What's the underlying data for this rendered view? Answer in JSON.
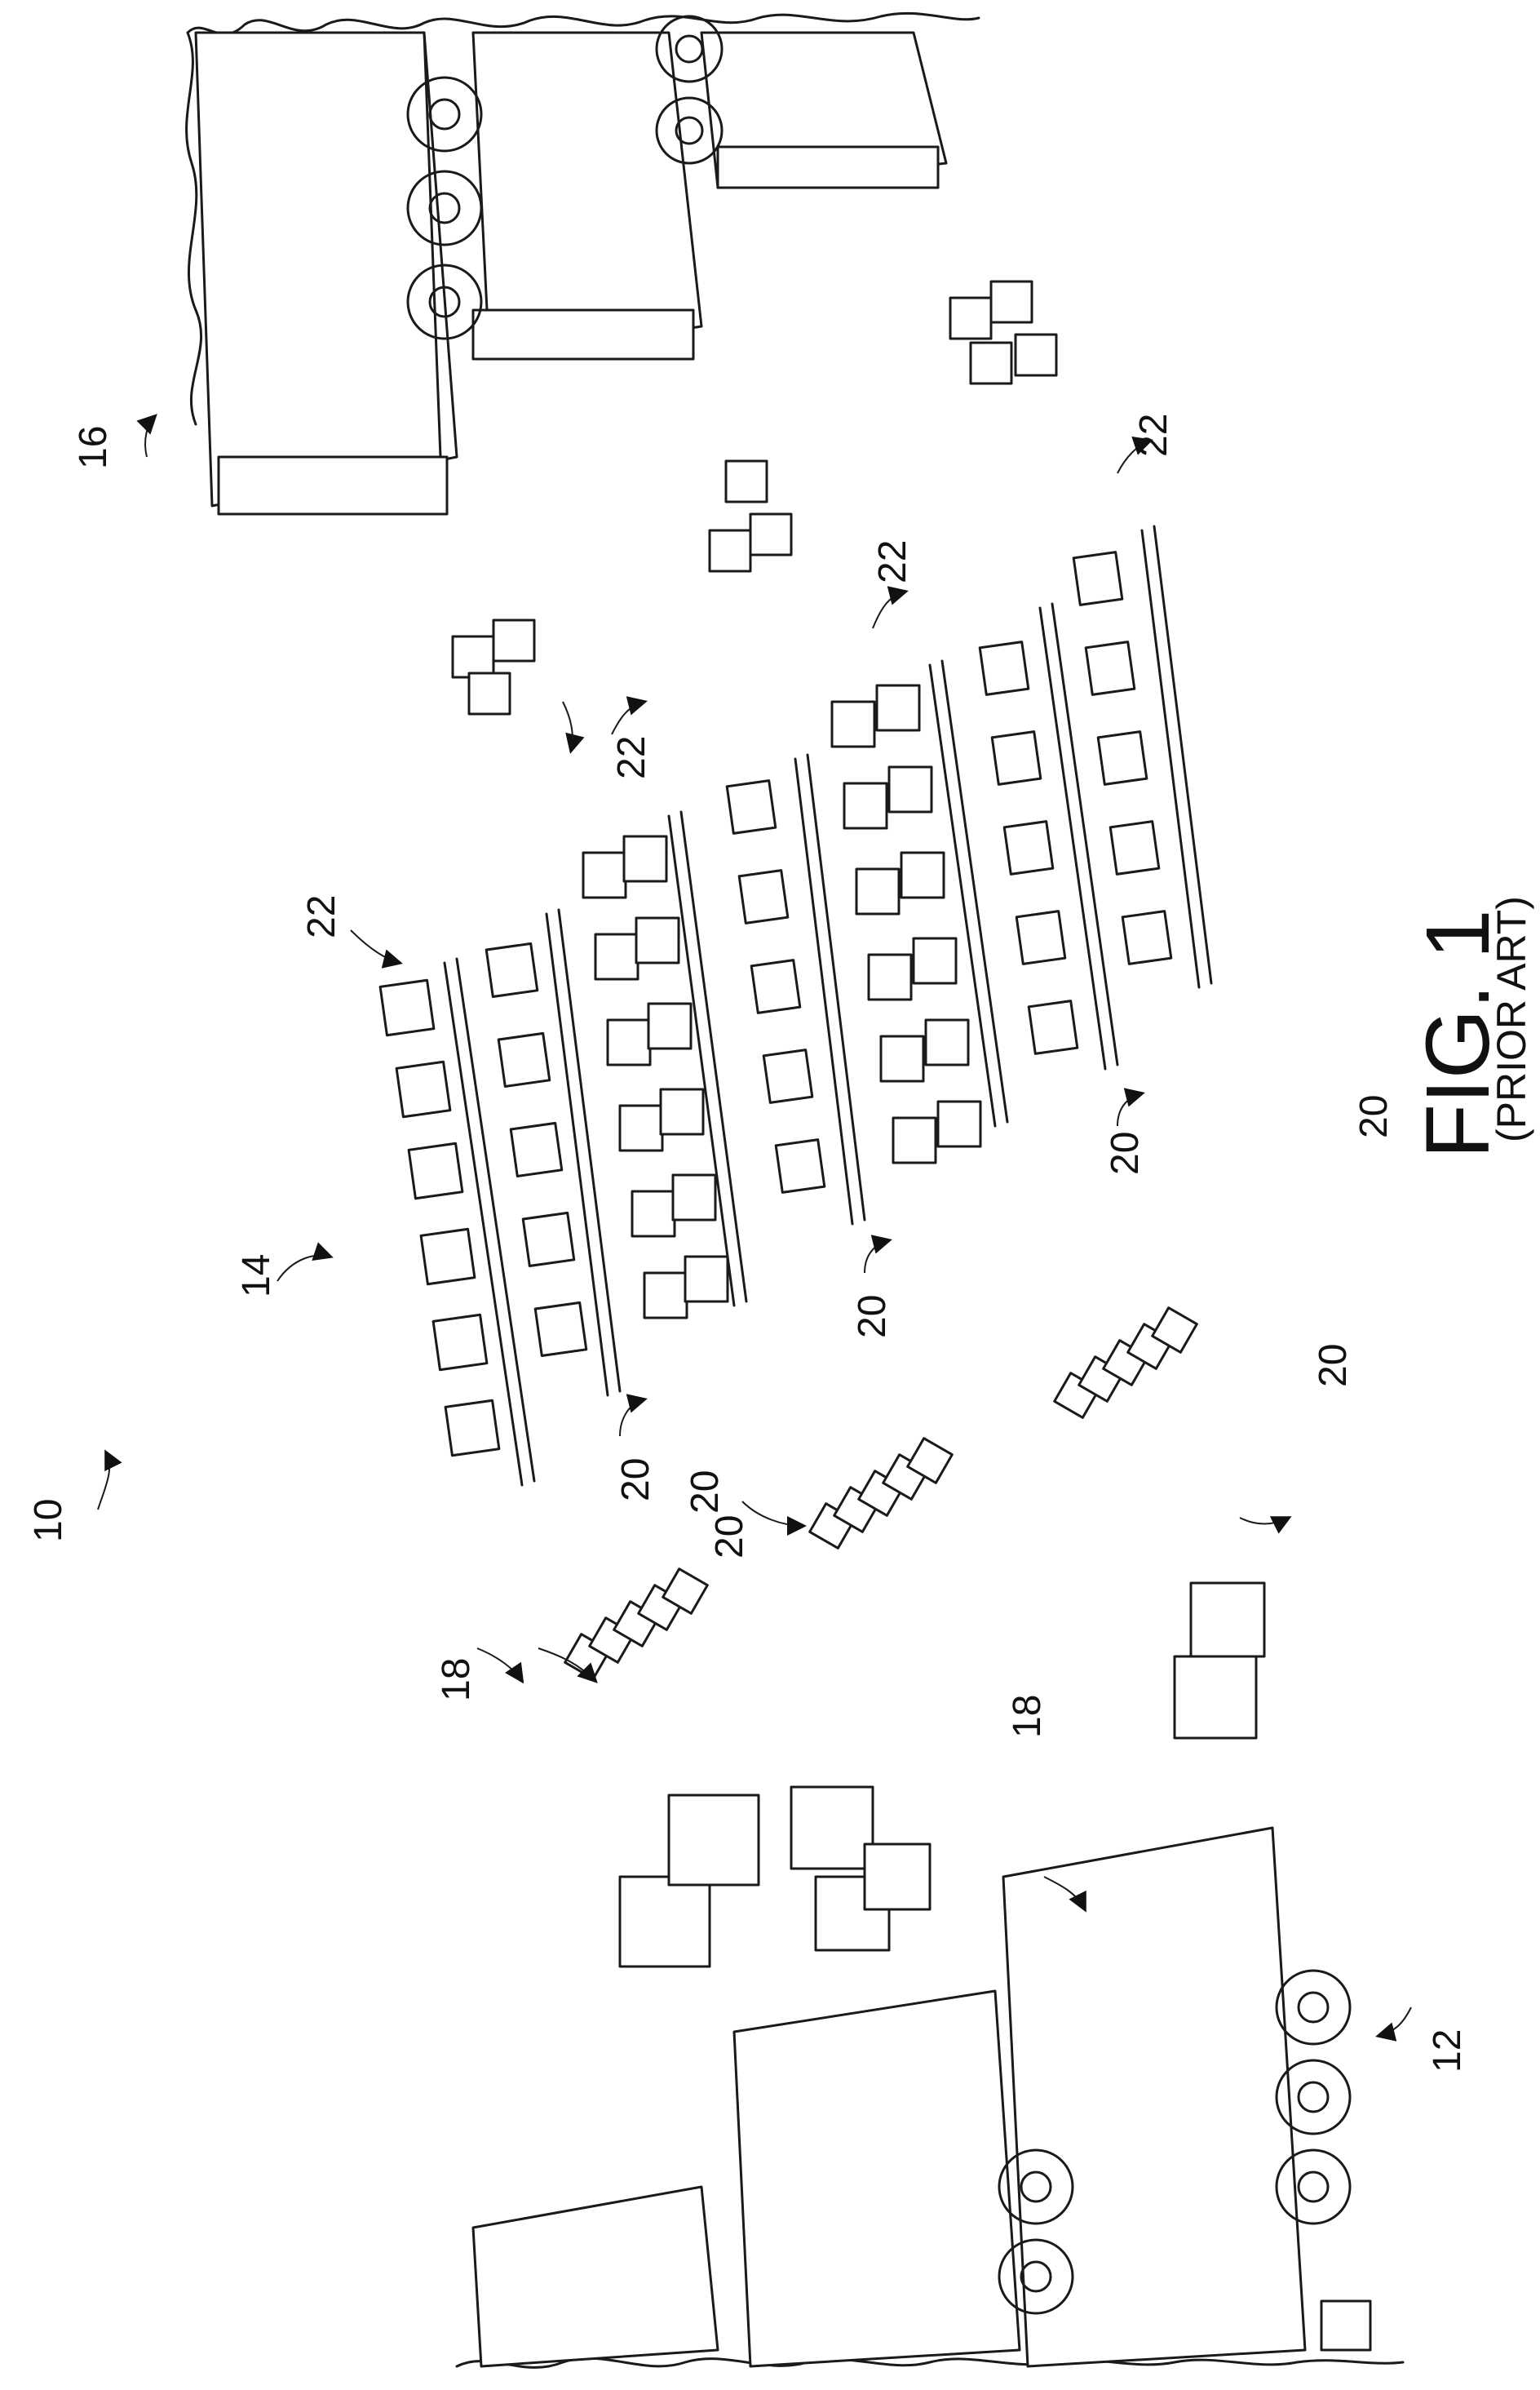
{
  "figure": {
    "title": "FIG. 1",
    "subtitle": "(PRIOR ART)"
  },
  "reference_numerals": {
    "facility": "10",
    "inbound_trucks": "12",
    "storage_area": "14",
    "outbound_trucks": "16",
    "inbound_goods_a": "18",
    "inbound_goods_b": "18",
    "tote_row_1": "20",
    "tote_row_2": "20",
    "tote_row_3": "20",
    "tote_row_4": "20",
    "tote_row_5": "20",
    "tote_row_6": "20",
    "tote_row_7": "20",
    "order_1": "22",
    "order_2": "22",
    "order_3": "22",
    "order_4": "22"
  }
}
